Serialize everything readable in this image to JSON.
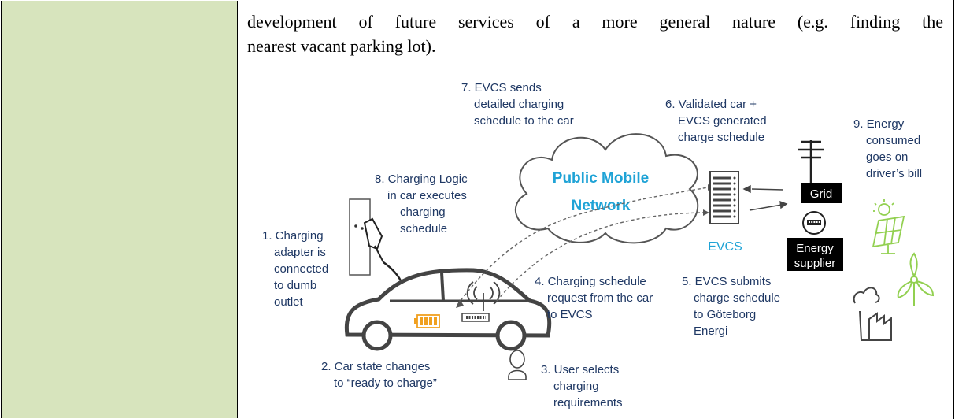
{
  "paragraph": {
    "line1": "development of future services of a more general nature (e.g. finding the",
    "line2": "nearest vacant parking lot)."
  },
  "diagram": {
    "step1": [
      "1. Charging",
      "adapter is",
      "connected",
      "to dumb",
      "outlet"
    ],
    "step2": [
      "2. Car state changes",
      "to “ready to charge”"
    ],
    "step3": [
      "3. User selects",
      "charging",
      "requirements"
    ],
    "step4": [
      "4. Charging schedule",
      "request from the car",
      "to EVCS"
    ],
    "step5": [
      "5. EVCS submits",
      "charge schedule",
      "to Göteborg",
      "Energi"
    ],
    "step6": [
      "6. Validated car +",
      "EVCS generated",
      "charge schedule"
    ],
    "step7": [
      "7.  EVCS sends",
      "detailed charging",
      "schedule to the car"
    ],
    "step8": [
      "8. Charging Logic",
      "in car executes",
      "charging",
      "schedule"
    ],
    "step9": [
      "9. Energy",
      "consumed",
      "goes on",
      "driver’s bill"
    ],
    "cloud": [
      "Public Mobile",
      "Network"
    ],
    "evcs": "EVCS",
    "grid": "Grid",
    "supplier": [
      "Energy",
      "supplier"
    ]
  },
  "colors": {
    "cell_fill": "#d7e4bd",
    "label_text": "#1f3864",
    "accent_blue": "#1fa3d6",
    "battery_orange": "#f0a020",
    "renewable_green": "#92d050"
  }
}
